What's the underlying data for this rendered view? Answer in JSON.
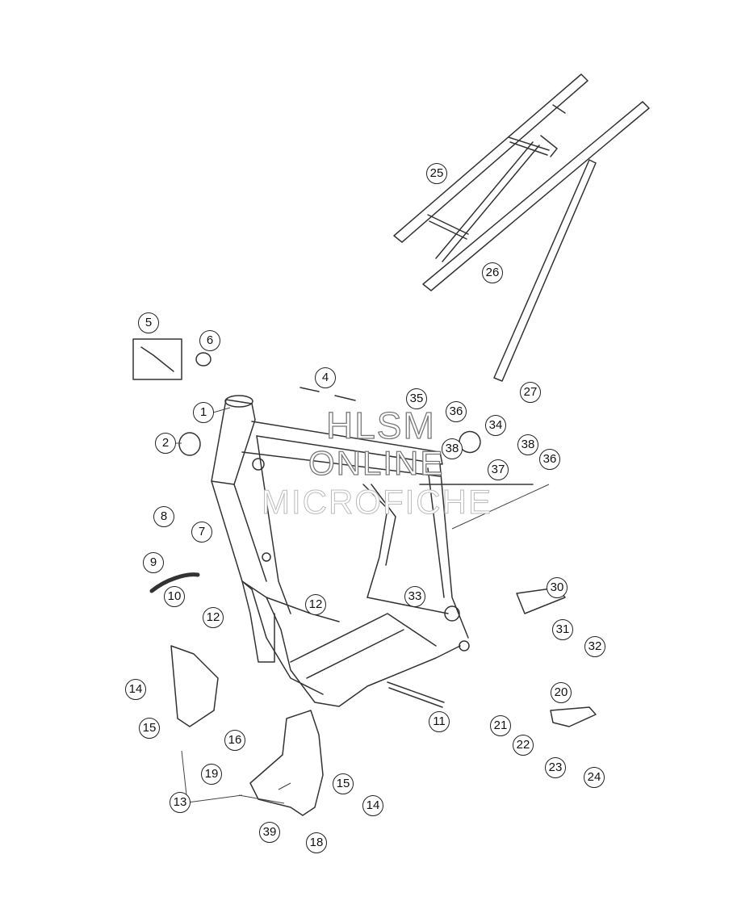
{
  "watermark": {
    "line1": "HLSM",
    "line2": "ONLINE",
    "line3": "MICROFICHE"
  },
  "callouts": [
    "1",
    "2",
    "4",
    "5",
    "6",
    "7",
    "8",
    "9",
    "10",
    "11",
    "12",
    "12",
    "13",
    "14",
    "14",
    "15",
    "15",
    "16",
    "18",
    "19",
    "20",
    "21",
    "22",
    "23",
    "24",
    "25",
    "26",
    "27",
    "30",
    "31",
    "32",
    "33",
    "34",
    "35",
    "36",
    "36",
    "37",
    "38",
    "38",
    "39"
  ]
}
